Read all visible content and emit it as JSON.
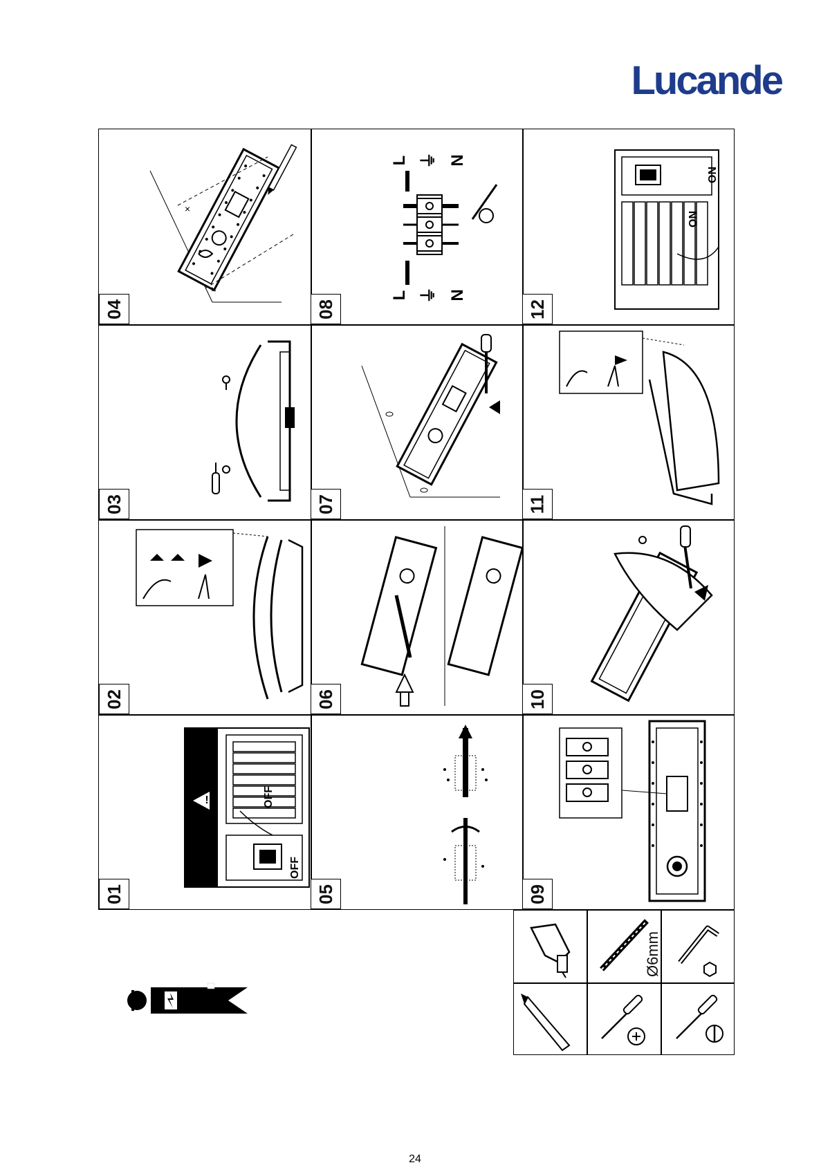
{
  "brand": {
    "name": "Lucande",
    "color": "#1e3c8c"
  },
  "panels": [
    {
      "number": "01",
      "switch_label_left": "OFF",
      "switch_label_right": "OFF"
    },
    {
      "number": "02"
    },
    {
      "number": "03"
    },
    {
      "number": "04"
    },
    {
      "number": "05"
    },
    {
      "number": "06"
    },
    {
      "number": "07"
    },
    {
      "number": "08",
      "terminal_labels_top": [
        "L",
        "⏚",
        "N"
      ],
      "terminal_labels_bottom": [
        "L",
        "⏚",
        "N"
      ]
    },
    {
      "number": "09"
    },
    {
      "number": "10"
    },
    {
      "number": "11"
    },
    {
      "number": "12",
      "switch_label_left": "ON",
      "switch_label_right": "ON"
    }
  ],
  "tools": {
    "drill_bit_label": "Ø6mm",
    "items": [
      "power-drill-icon",
      "drill-bit-icon",
      "hex-key-icon",
      "pencil-icon",
      "phillips-screwdriver-icon",
      "flathead-screwdriver-icon"
    ]
  },
  "page_number": "24"
}
